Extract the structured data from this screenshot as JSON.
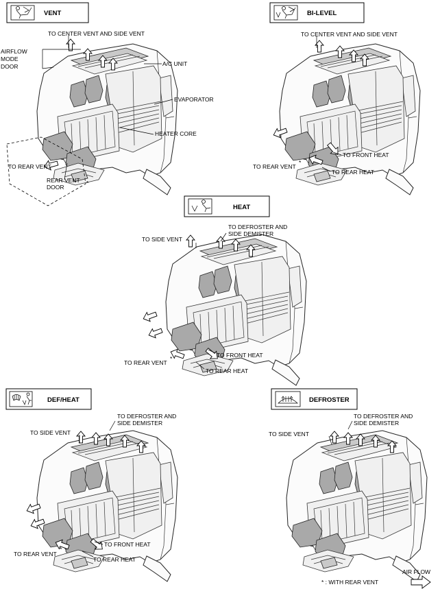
{
  "panels": {
    "vent": {
      "title": "VENT",
      "labels": {
        "to_center_vent": "TO CENTER VENT AND SIDE VENT",
        "airflow_mode_door_1": "AIRFLOW",
        "airflow_mode_door_2": "MODE",
        "airflow_mode_door_3": "DOOR",
        "ac_unit": "A/C UNIT",
        "evaporator": "EVAPORATOR",
        "heater_core": "HEATER CORE",
        "to_rear_vent": "TO REAR VENT",
        "rear_vent_door_1": "REAR VENT",
        "rear_vent_door_2": "DOOR",
        "asterisk": "*"
      }
    },
    "bilevel": {
      "title": "BI-LEVEL",
      "labels": {
        "to_center_vent": "TO CENTER VENT AND SIDE VENT",
        "to_front_heat": "TO FRONT HEAT",
        "to_rear_vent": "TO REAR VENT",
        "asterisk": "*",
        "to_rear_heat": "TO REAR HEAT"
      }
    },
    "heat": {
      "title": "HEAT",
      "labels": {
        "to_side_vent": "TO SIDE VENT",
        "to_defroster_1": "TO DEFROSTER AND",
        "to_defroster_2": "SIDE DEMISTER",
        "to_front_heat": "TO FRONT HEAT",
        "to_rear_vent": "TO REAR VENT",
        "asterisk": "*",
        "to_rear_heat": "TO REAR HEAT"
      }
    },
    "defheat": {
      "title": "DEF/HEAT",
      "labels": {
        "to_side_vent": "TO SIDE VENT",
        "to_defroster_1": "TO DEFROSTER AND",
        "to_defroster_2": "SIDE DEMISTER",
        "to_front_heat": "TO FRONT HEAT",
        "to_rear_vent": "TO REAR VENT",
        "asterisk": "*",
        "to_rear_heat": "TO REAR HEAT"
      }
    },
    "defroster": {
      "title": "DEFROSTER",
      "labels": {
        "to_side_vent": "TO SIDE VENT",
        "to_defroster_1": "TO DEFROSTER AND",
        "to_defroster_2": "SIDE DEMISTER"
      }
    }
  },
  "footer": {
    "airflow_legend": "AIR FLOW",
    "rear_vent_note": "* : WITH REAR VENT"
  },
  "icons": {
    "vent": "face-vent-icon",
    "bilevel": "bilevel-icon",
    "heat": "foot-heat-icon",
    "defheat": "defrost-heat-icon",
    "defroster": "windshield-defrost-icon"
  }
}
